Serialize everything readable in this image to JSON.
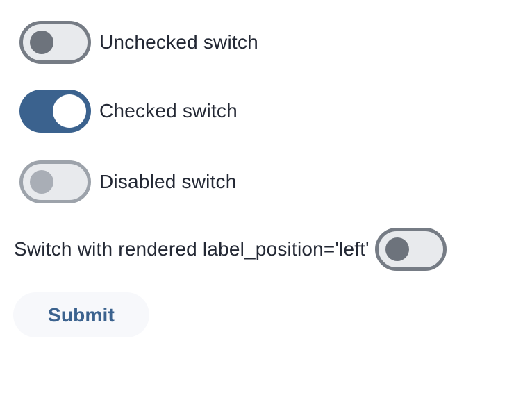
{
  "colors": {
    "background": "#ffffff",
    "accent_blue": "#3b628e",
    "track_fill": "#e8eaed",
    "switch_border": "#767c85",
    "thumb_gray": "#6d737c",
    "disabled_border": "#9da3ab",
    "disabled_thumb": "#a9aeb6",
    "label_color": "#232834",
    "submit_bg": "#f7f8fb"
  },
  "switches": [
    {
      "id": "unchecked-switch",
      "label": "Unchecked switch",
      "state": "unchecked",
      "disabled": false,
      "label_position": "right"
    },
    {
      "id": "checked-switch",
      "label": "Checked switch",
      "state": "checked",
      "disabled": false,
      "label_position": "right"
    },
    {
      "id": "disabled-switch",
      "label": "Disabled switch",
      "state": "unchecked",
      "disabled": true,
      "label_position": "right"
    },
    {
      "id": "label-left-switch",
      "label": "Switch with rendered label_position='left'",
      "state": "unchecked",
      "disabled": false,
      "label_position": "left"
    }
  ],
  "submit": {
    "label": "Submit"
  }
}
